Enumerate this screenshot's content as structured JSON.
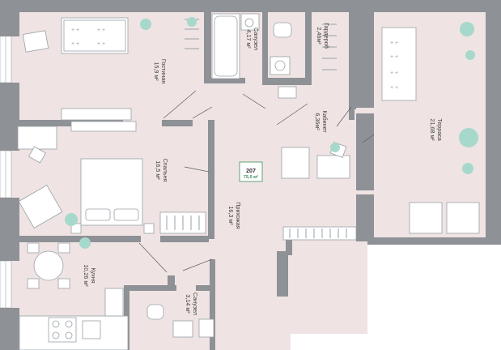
{
  "apartment": {
    "number": "207",
    "total_area": "75,0 м²"
  },
  "rooms": {
    "living": {
      "name": "Гостиная",
      "area": "15,9 м²"
    },
    "bath1": {
      "name": "Санузел",
      "area": "4,17 м²"
    },
    "wardrobe": {
      "name": "Гардероб",
      "area": "2,46м²"
    },
    "terrace": {
      "name": "Терраса",
      "area": "21,68 м²"
    },
    "bedroom": {
      "name": "Спальня",
      "area": "16,5 м²"
    },
    "study": {
      "name": "Кабинет",
      "area": "6,36м²"
    },
    "hall": {
      "name": "Прихожая",
      "area": "16,3 м²"
    },
    "kitchen": {
      "name": "Кухня",
      "area": "10,26 м²"
    },
    "bath2": {
      "name": "Санузел",
      "area": "3,14 м²"
    }
  },
  "colors": {
    "floor": "#efe4e3",
    "wall": "#8e9196",
    "terrace_wall": "#7d8087",
    "furniture": "#ffffff",
    "plant": "#a7d8cc",
    "text": "#3f3f3f",
    "badge_accent": "#3c8f5a"
  }
}
